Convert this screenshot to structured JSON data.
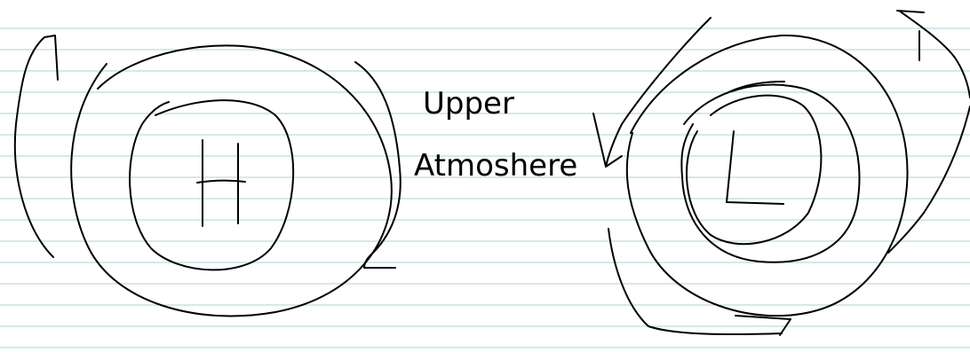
{
  "note": {
    "high_label": "H",
    "low_label": "L",
    "caption_line1": "Upper",
    "caption_line2": "Atmoshere"
  },
  "colors": {
    "ink": "#000000",
    "rule_lines": "#a9d3dc",
    "paper": "#ffffff"
  }
}
